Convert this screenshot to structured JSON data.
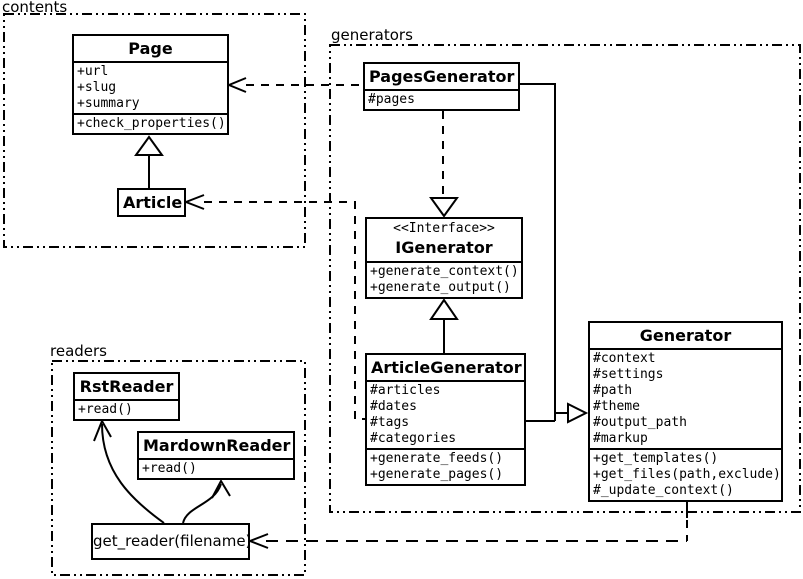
{
  "packages": {
    "contents": {
      "label": "contents"
    },
    "generators": {
      "label": "generators"
    },
    "readers": {
      "label": "readers"
    }
  },
  "classes": {
    "page": {
      "title": "Page",
      "attrs": [
        "+url",
        "+slug",
        "+summary"
      ],
      "methods": [
        "+check_properties()"
      ]
    },
    "article": {
      "title": "Article"
    },
    "pages_generator": {
      "title": "PagesGenerator",
      "attrs": [
        "#pages"
      ]
    },
    "igenerator": {
      "stereotype": "<<Interface>>",
      "title": "IGenerator",
      "methods": [
        "+generate_context()",
        "+generate_output()"
      ]
    },
    "article_generator": {
      "title": "ArticleGenerator",
      "attrs": [
        "#articles",
        "#dates",
        "#tags",
        "#categories"
      ],
      "methods": [
        "+generate_feeds()",
        "+generate_pages()"
      ]
    },
    "generator": {
      "title": "Generator",
      "attrs": [
        "#context",
        "#settings",
        "#path",
        "#theme",
        "#output_path",
        "#markup"
      ],
      "methods": [
        "+get_templates()",
        "+get_files(path,exclude)",
        "#_update_context()"
      ]
    },
    "rst_reader": {
      "title": "RstReader",
      "methods": [
        "+read()"
      ]
    },
    "markdown_reader": {
      "title": "MardownReader",
      "methods": [
        "+read()"
      ]
    },
    "get_reader": {
      "label": "get_reader(filename)"
    }
  },
  "relationships": [
    {
      "from": "Article",
      "to": "Page",
      "type": "inheritance"
    },
    {
      "from": "PagesGenerator",
      "to": "Page",
      "type": "dependency"
    },
    {
      "from": "ArticleGenerator",
      "to": "Article",
      "type": "dependency"
    },
    {
      "from": "PagesGenerator",
      "to": "IGenerator",
      "type": "realization"
    },
    {
      "from": "ArticleGenerator",
      "to": "IGenerator",
      "type": "inheritance"
    },
    {
      "from": "PagesGenerator",
      "to": "Generator",
      "type": "inheritance"
    },
    {
      "from": "ArticleGenerator",
      "to": "Generator",
      "type": "inheritance"
    },
    {
      "from": "Generator",
      "to": "get_reader",
      "type": "dependency"
    },
    {
      "from": "get_reader",
      "to": "RstReader",
      "type": "arrow"
    },
    {
      "from": "get_reader",
      "to": "MardownReader",
      "type": "arrow"
    }
  ],
  "colors": {
    "line": "#000000",
    "background": "#ffffff",
    "box_fill": "#ffffff"
  }
}
